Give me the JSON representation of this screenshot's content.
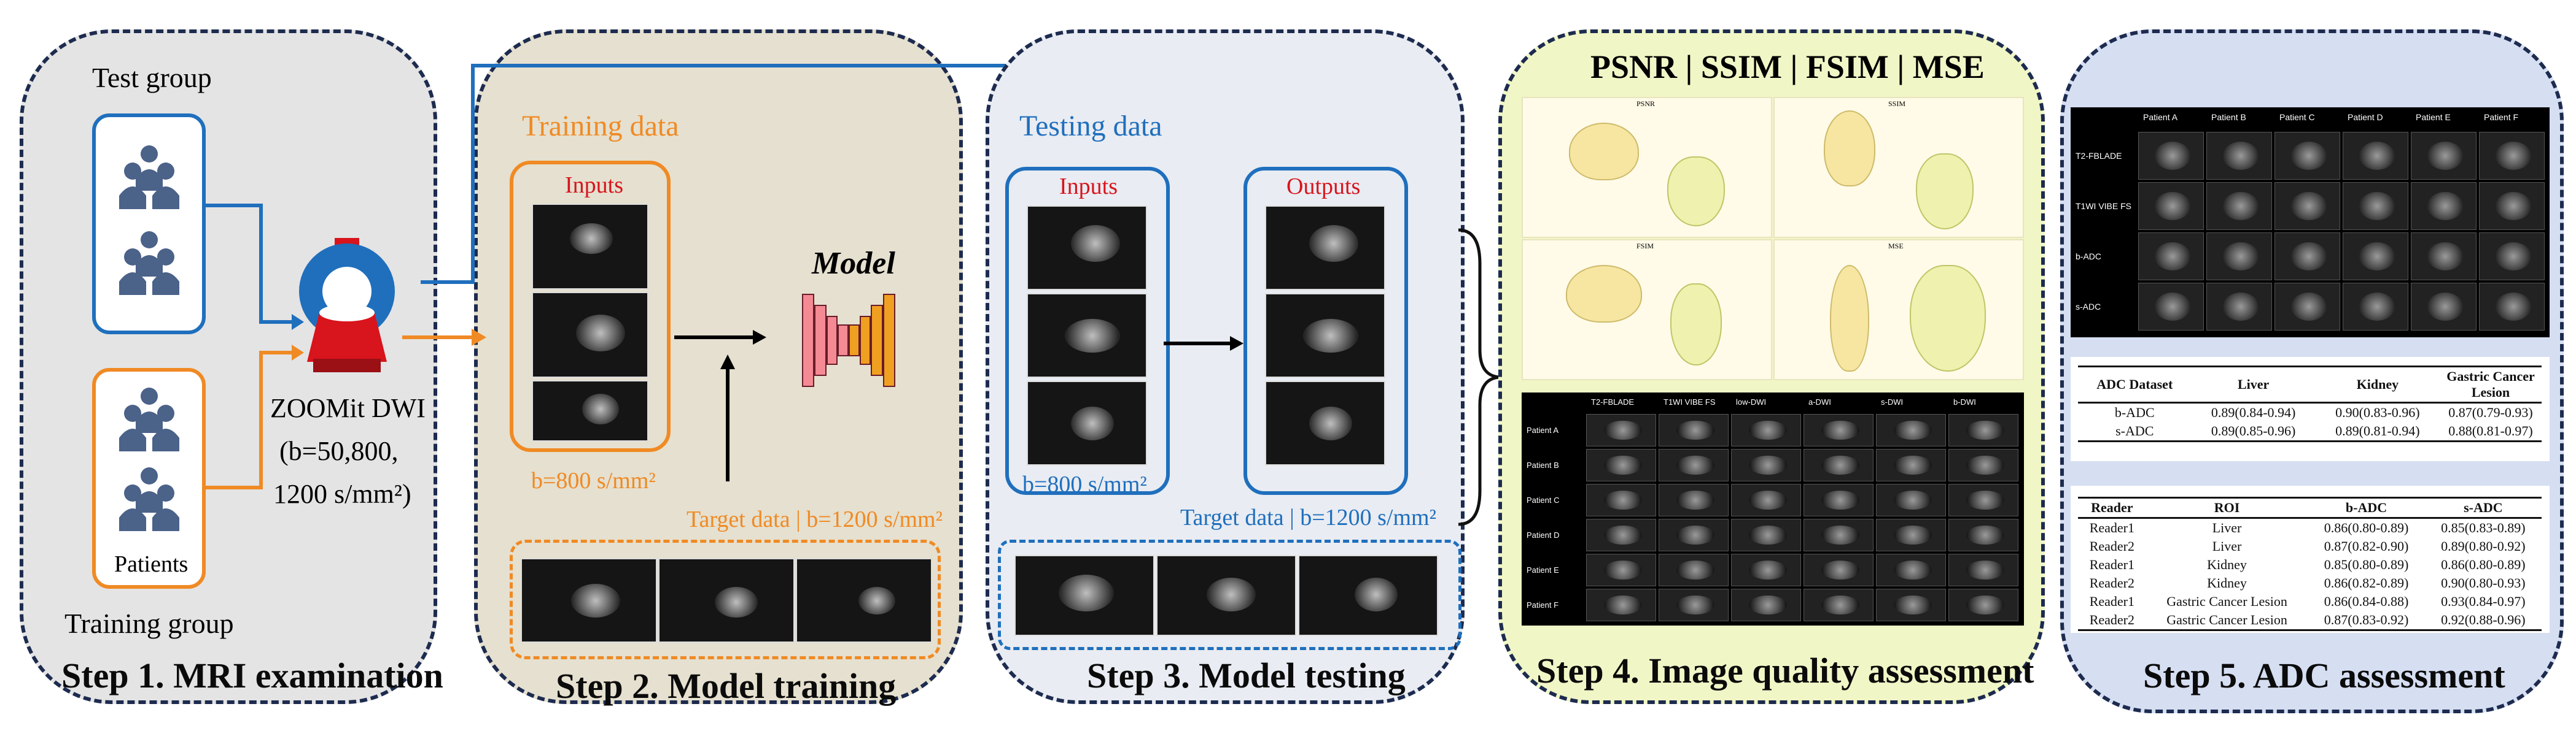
{
  "step1": {
    "test_group": "Test group",
    "patients": "Patients",
    "training_group": "Training group",
    "scanner_line1": "ZOOMit DWI",
    "scanner_line2": "(b=50,800,",
    "scanner_line3": "1200 s/mm²)",
    "title": "Step 1. MRI examination"
  },
  "step2": {
    "training_data": "Training data",
    "inputs": "Inputs",
    "b_value": "b=800 s/mm²",
    "model": "Model",
    "target": "Target data | b=1200 s/mm²",
    "title": "Step 2. Model training"
  },
  "step3": {
    "testing_data": "Testing data",
    "inputs": "Inputs",
    "outputs": "Outputs",
    "b_value": "b=800 s/mm²",
    "target": "Target data | b=1200 s/mm²",
    "title": "Step 3. Model testing"
  },
  "step4": {
    "metrics_header": "PSNR | SSIM | FSIM | MSE",
    "violin_titles": [
      "PSNR",
      "SSIM",
      "FSIM",
      "MSE"
    ],
    "grid_columns": [
      "T2-FBLADE",
      "T1WI VIBE FS",
      "low-DWI",
      "a-DWI",
      "s-DWI",
      "b-DWI"
    ],
    "grid_rows": [
      "Patient A",
      "Patient B",
      "Patient C",
      "Patient D",
      "Patient E",
      "Patient F"
    ],
    "title": "Step 4. Image quality assessment"
  },
  "step5": {
    "grid_columns": [
      "Patient A",
      "Patient B",
      "Patient C",
      "Patient D",
      "Patient E",
      "Patient F"
    ],
    "grid_rows": [
      "T2-FBLADE",
      "T1WI VIBE FS",
      "b-ADC",
      "s-ADC"
    ],
    "table1": {
      "headers": [
        "ADC Dataset",
        "Liver",
        "Kidney",
        "Gastric Cancer Lesion"
      ],
      "rows": [
        [
          "b-ADC",
          "0.89(0.84-0.94)",
          "0.90(0.83-0.96)",
          "0.87(0.79-0.93)"
        ],
        [
          "s-ADC",
          "0.89(0.85-0.96)",
          "0.89(0.81-0.94)",
          "0.88(0.81-0.97)"
        ]
      ]
    },
    "table2": {
      "headers": [
        "Reader",
        "ROI",
        "b-ADC",
        "s-ADC"
      ],
      "rows": [
        [
          "Reader1",
          "Liver",
          "0.86(0.80-0.89)",
          "0.85(0.83-0.89)"
        ],
        [
          "Reader2",
          "Liver",
          "0.87(0.82-0.90)",
          "0.89(0.80-0.92)"
        ],
        [
          "Reader1",
          "Kidney",
          "0.85(0.80-0.89)",
          "0.86(0.80-0.89)"
        ],
        [
          "Reader2",
          "Kidney",
          "0.86(0.82-0.89)",
          "0.90(0.80-0.93)"
        ],
        [
          "Reader1",
          "Gastric Cancer Lesion",
          "0.86(0.84-0.88)",
          "0.93(0.84-0.97)"
        ],
        [
          "Reader2",
          "Gastric Cancer Lesion",
          "0.87(0.83-0.92)",
          "0.92(0.88-0.96)"
        ]
      ]
    },
    "title": "Step 5. ADC assessment"
  },
  "colors": {
    "orange": "#f08a24",
    "blue": "#1f6fbd",
    "red_text": "#d8141c",
    "panel1_bg": "#e4e4e4",
    "panel2_bg": "#e5e0cf",
    "panel3_bg": "#e9ecf2",
    "panel4_bg": "#f0f6c6",
    "panel5_bg": "#d6def2"
  }
}
